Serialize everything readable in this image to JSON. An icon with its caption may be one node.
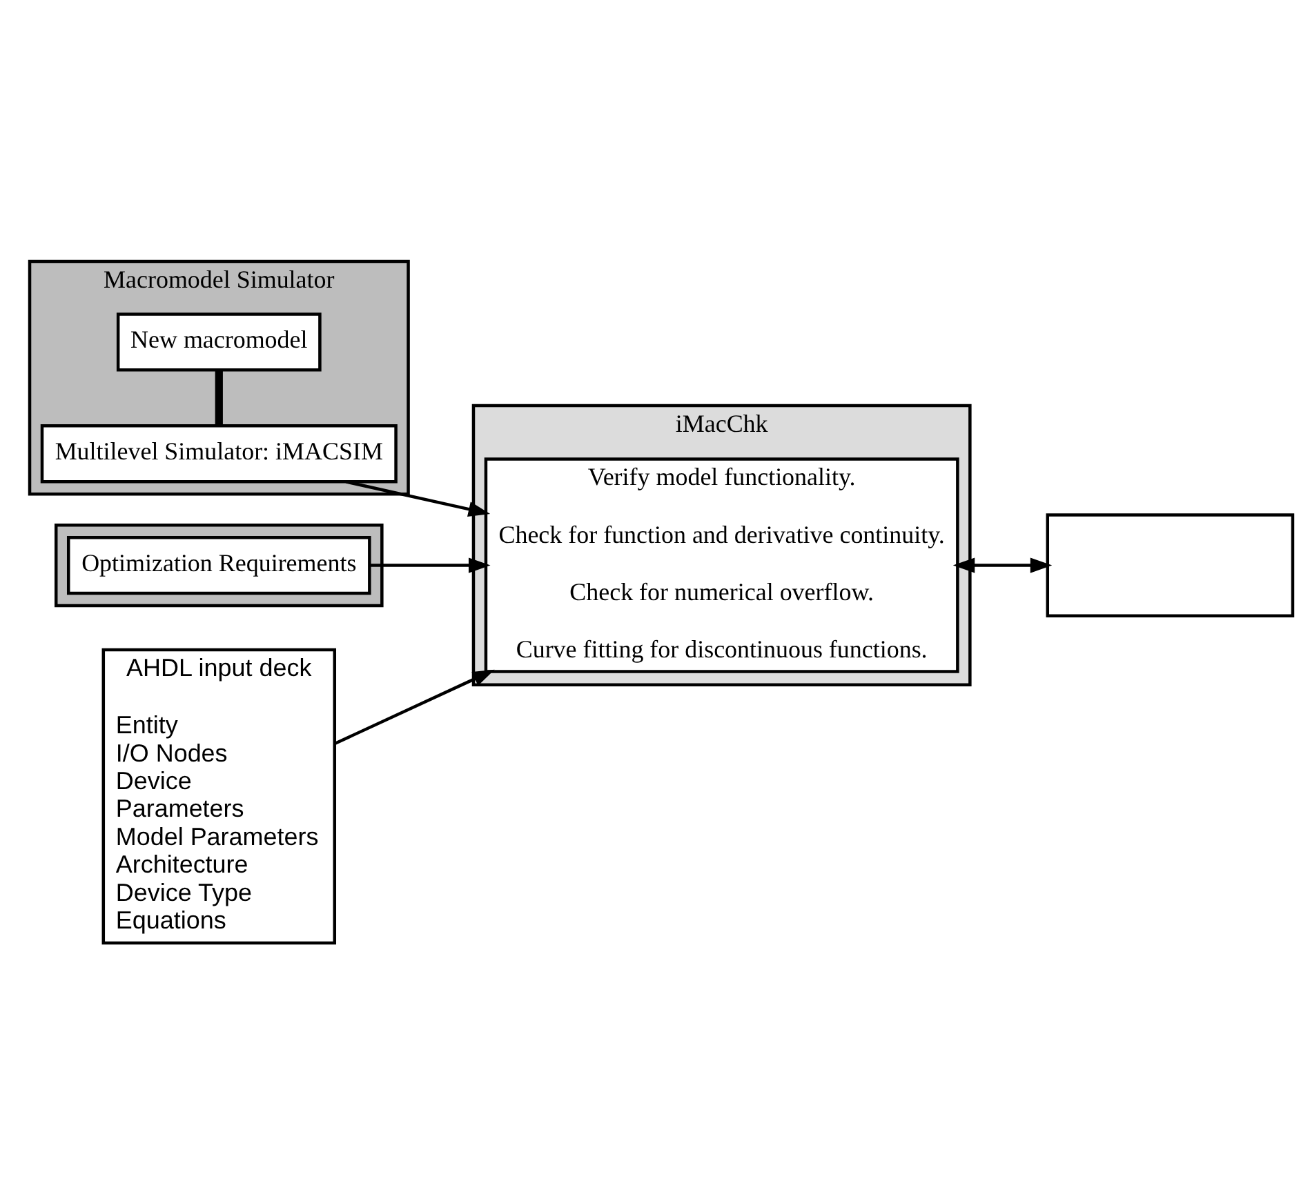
{
  "diagram": {
    "nodes": [
      {
        "text": [
          "Macromodel Simulator"
        ]
      },
      {
        "text": [
          "New macromodel"
        ],
        "in": 0
      },
      {
        "text": [
          "Multilevel Simulator: iMACSIM"
        ],
        "in": 0
      },
      {
        "text": [],
        "shape": "box"
      },
      {
        "text": [
          "Optimization Requirements"
        ],
        "in": 3
      },
      {
        "text": [
          "iMacChk"
        ]
      },
      {
        "text": [
          "Verify model functionality.",
          "Check for function and derivative continuity.",
          "Check for numerical overflow.",
          "Curve fitting for discontinuous functions."
        ],
        "in": 5
      },
      {
        "text": [
          "AHDL input deck",
          "Entity",
          "I/O Nodes",
          "Device",
          "Parameters",
          "Model Parameters",
          "Architecture",
          "Device Type",
          "Equations"
        ]
      },
      {
        "text": [],
        "shape": "box"
      }
    ],
    "edges": [
      {
        "from": 1,
        "to": 2,
        "arrow": "none",
        "style": "thick"
      },
      {
        "from": 2,
        "to": 6,
        "arrow": "to"
      },
      {
        "from": 7,
        "to": 6,
        "arrow": "to"
      },
      {
        "from": 4,
        "to": 6,
        "arrow": "to"
      },
      {
        "from": 6,
        "to": 8,
        "arrow": "both"
      }
    ]
  }
}
